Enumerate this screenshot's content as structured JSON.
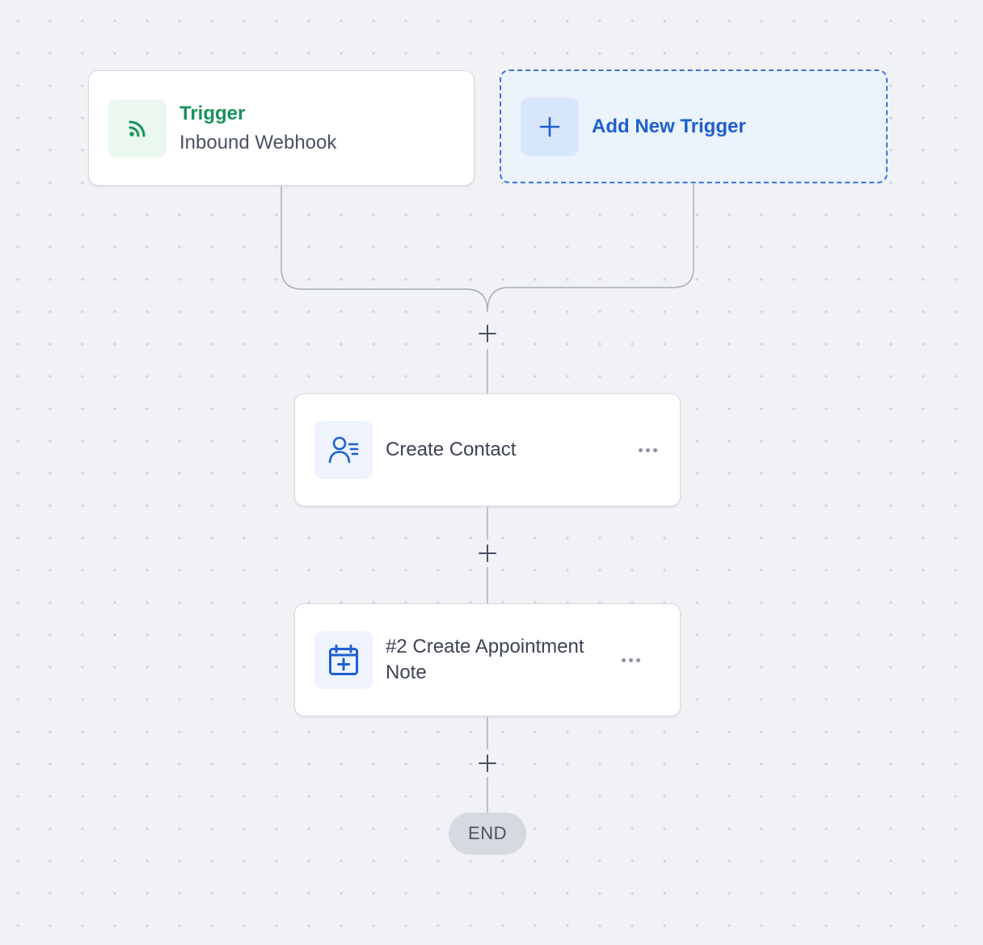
{
  "trigger": {
    "title": "Trigger",
    "subtitle": "Inbound Webhook",
    "icon": "rss-icon",
    "color": "#16935a"
  },
  "add_trigger": {
    "label": "Add New Trigger",
    "icon": "plus-icon",
    "color": "#1f5fd0"
  },
  "steps": [
    {
      "label": "Create Contact",
      "icon": "contact-list-icon"
    },
    {
      "label": "#2 Create Appointment Note",
      "icon": "calendar-plus-icon"
    }
  ],
  "add_step_icon": "plus-icon",
  "more_icon": "more-horizontal-icon",
  "end": {
    "label": "END"
  },
  "colors": {
    "canvas_bg": "#f1f2f6",
    "connector": "#a9adb5",
    "accent_blue": "#1f5fd0"
  }
}
